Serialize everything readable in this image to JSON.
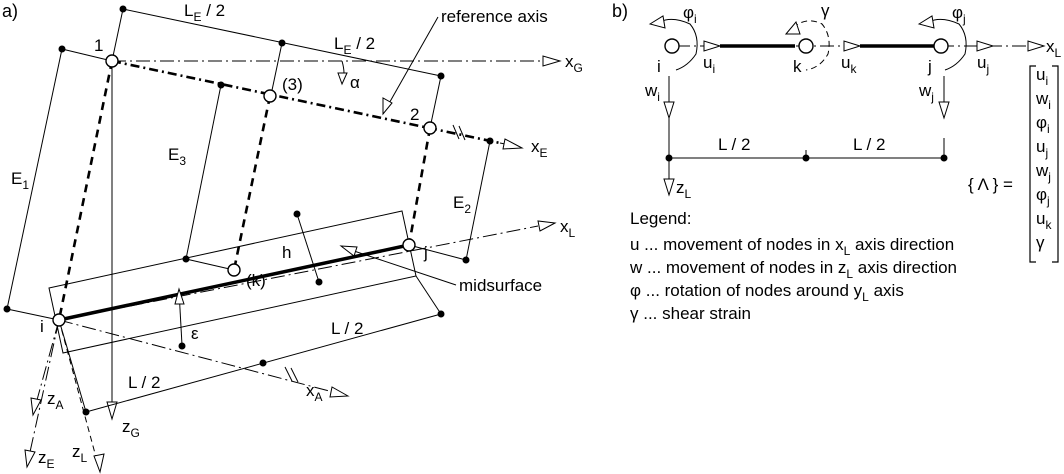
{
  "panel_a": {
    "panel_label": "a)",
    "node_1": "1",
    "node_2": "2",
    "node_3": "(3)",
    "node_i": "i",
    "node_j": "j",
    "node_k": "(k)",
    "xG": "x",
    "xG_sub": "G",
    "xE": "x",
    "xE_sub": "E",
    "xL": "x",
    "xL_sub": "L",
    "xA": "x",
    "xA_sub": "A",
    "zA": "z",
    "zA_sub": "A",
    "zE": "z",
    "zE_sub": "E",
    "zL": "z",
    "zL_sub": "L",
    "zG": "z",
    "zG_sub": "G",
    "LE_half_1": "L",
    "LE_half_1_sub": "E",
    "LE_half_1_tail": " / 2",
    "LE_half_2": "L",
    "LE_half_2_sub": "E",
    "LE_half_2_tail": " / 2",
    "reference_axis": "reference axis",
    "alpha": "α",
    "E1": "E",
    "E1_sub": "1",
    "E2": "E",
    "E2_sub": "2",
    "E3": "E",
    "E3_sub": "3",
    "h": "h",
    "midsurface": "midsurface",
    "epsilon": "ε",
    "L_half_1": "L / 2",
    "L_half_2": "L / 2"
  },
  "panel_b": {
    "panel_label": "b)",
    "phi_i": "φ",
    "phi_i_sub": "i",
    "gamma": "γ",
    "phi_j": "φ",
    "phi_j_sub": "j",
    "xL": "x",
    "xL_sub": "L",
    "node_i": "i",
    "node_k": "k",
    "node_j": "j",
    "u_i": "u",
    "u_i_sub": "i",
    "u_k": "u",
    "u_k_sub": "k",
    "u_j": "u",
    "u_j_sub": "j",
    "w_i": "w",
    "w_i_sub": "i",
    "w_j": "w",
    "w_j_sub": "j",
    "L_half_1": "L / 2",
    "L_half_2": "L / 2",
    "zL": "z",
    "zL_sub": "L",
    "vector_lhs": "{ Λ } =",
    "vector_entries": [
      {
        "main": "u",
        "sub": "i"
      },
      {
        "main": "w",
        "sub": "i"
      },
      {
        "main": "φ",
        "sub": "i"
      },
      {
        "main": "u",
        "sub": "j"
      },
      {
        "main": "w",
        "sub": "j"
      },
      {
        "main": "φ",
        "sub": "j"
      },
      {
        "main": "u",
        "sub": "k"
      },
      {
        "main": "γ",
        "sub": ""
      }
    ],
    "legend_title": "Legend:",
    "legend": [
      {
        "sym": "u",
        "pre": " ... movement of nodes in ",
        "axis": "x",
        "axis_sub": "L",
        "post": " axis direction"
      },
      {
        "sym": "w",
        "pre": " ... movement of nodes in ",
        "axis": "z",
        "axis_sub": "L",
        "post": " axis direction"
      },
      {
        "sym": "φ",
        "pre": " ... rotation of nodes around ",
        "axis": "y",
        "axis_sub": "L",
        "post": " axis"
      },
      {
        "sym": "γ",
        "pre": " ... shear strain",
        "axis": "",
        "axis_sub": "",
        "post": ""
      }
    ]
  }
}
